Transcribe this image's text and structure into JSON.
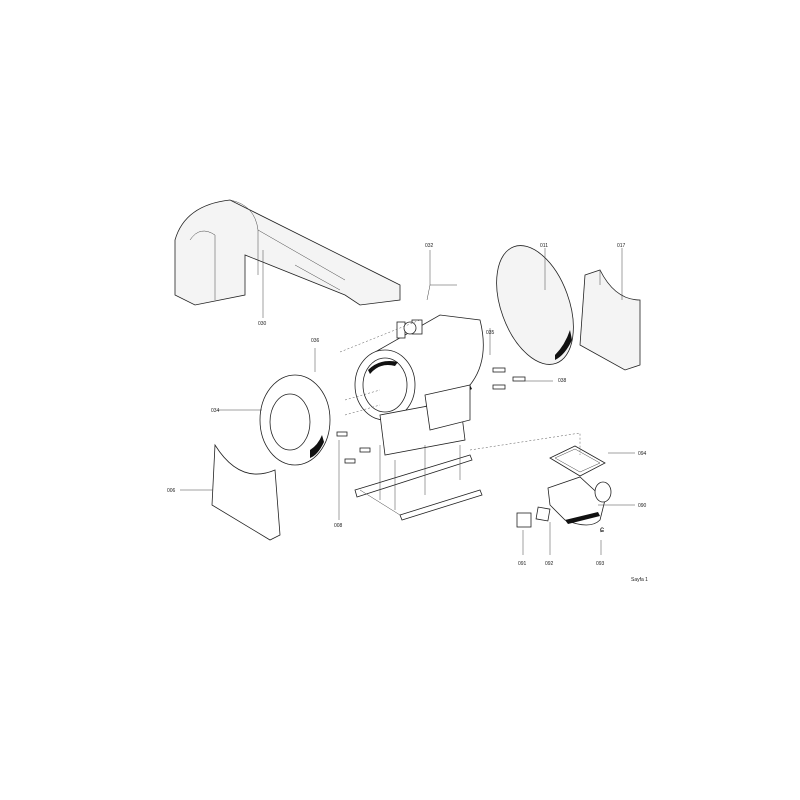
{
  "labels": {
    "p030": "030",
    "p032": "032",
    "p011": "011",
    "p017": "017",
    "p035": "035",
    "p036": "036",
    "p038": "038",
    "p034": "034",
    "p006": "006",
    "p008": "008",
    "p094": "094",
    "p090": "090",
    "p091": "091",
    "p092": "092",
    "p093": "093"
  },
  "footer": {
    "page": "Sayfa 1"
  }
}
